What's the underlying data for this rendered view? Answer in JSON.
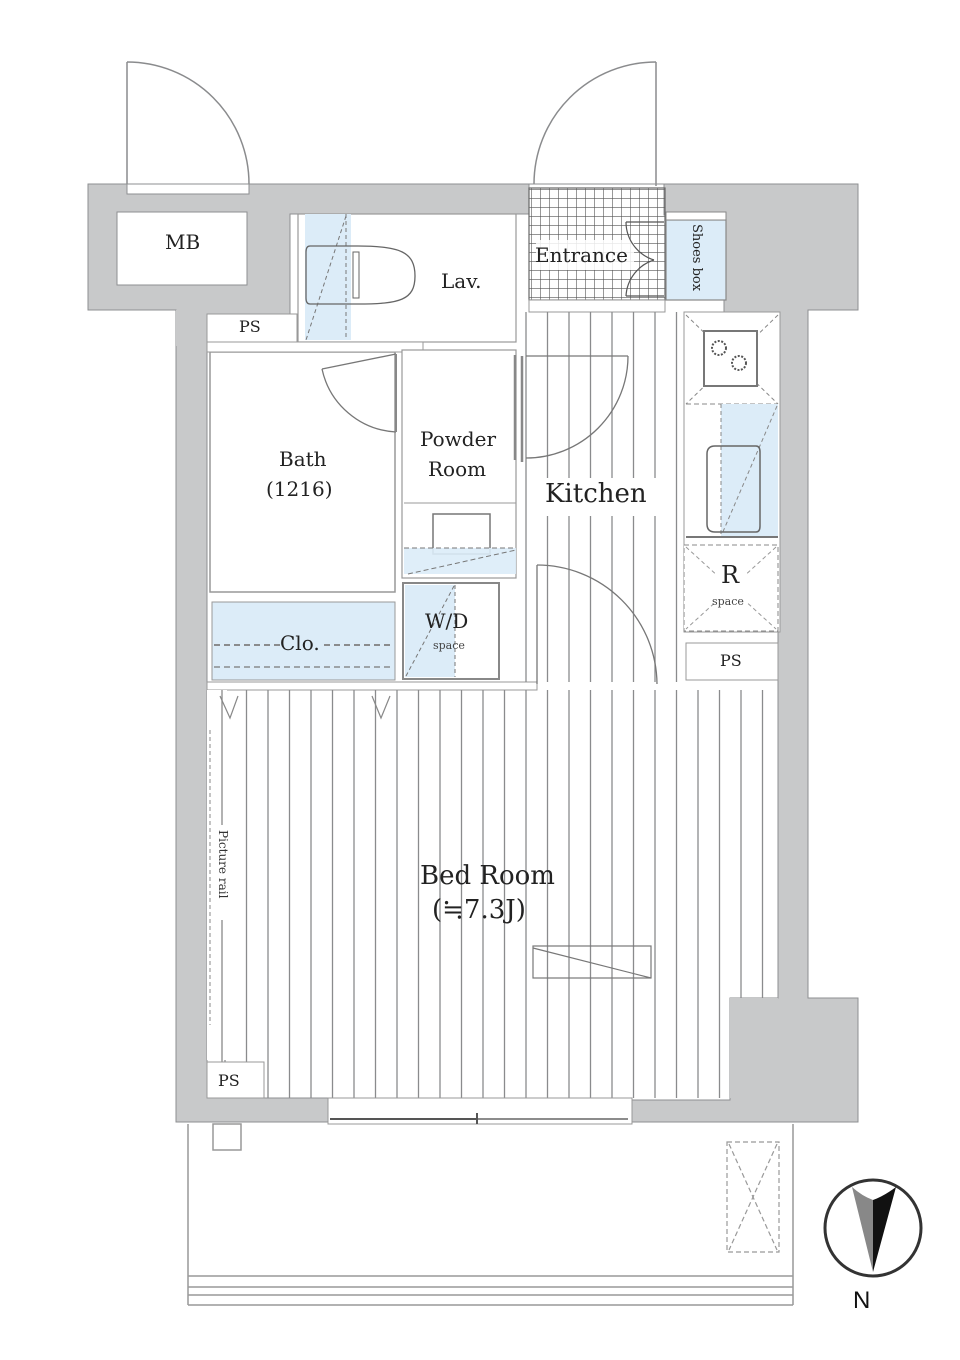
{
  "colors": {
    "wall": "#c8c9ca",
    "wall_edge": "#8e8f91",
    "line": "#7d7e80",
    "fixture_blue": "#dcecf8",
    "text": "#222222"
  },
  "rooms": {
    "mb": "MB",
    "ps_top": "PS",
    "lav": "Lav.",
    "entrance": "Entrance",
    "shoes_box": "Shoes box",
    "bath": "Bath",
    "bath_size": "(1216)",
    "powder_room_line1": "Powder",
    "powder_room_line2": "Room",
    "kitchen": "Kitchen",
    "r_label": "R",
    "r_space": "space",
    "ps_kitchen": "PS",
    "clo": "Clo.",
    "wd_label": "W/D",
    "wd_space": "space",
    "picture_rail": "Picture rail",
    "bed_room": "Bed Room",
    "bed_room_size": "(≒7.3J)",
    "ps_bottom": "PS"
  },
  "compass": {
    "label": "N"
  }
}
